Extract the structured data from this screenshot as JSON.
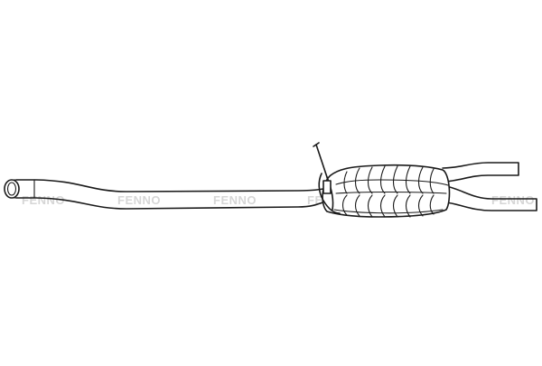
{
  "watermark": {
    "brand": "FENNO",
    "color": "#d6d6d6"
  },
  "drawing": {
    "line_color": "#1a1a1a",
    "background": "#ffffff",
    "parts": [
      "inlet-pipe",
      "silencer",
      "mounting-bracket",
      "outlet-pipe-upper",
      "outlet-pipe-lower"
    ]
  }
}
